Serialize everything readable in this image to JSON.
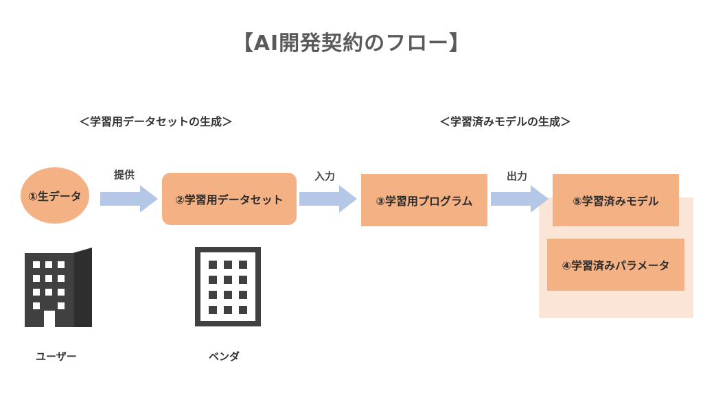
{
  "title": "【AI開発契約のフロー】",
  "sections": {
    "dataset": "＜学習用データセットの生成＞",
    "model": "＜学習済みモデルの生成＞"
  },
  "nodes": {
    "raw_data": "①生データ",
    "dataset": "②学習用データセット",
    "program": "③学習用プログラム",
    "parameters": "④学習済みパラメータ",
    "model": "⑤学習済みモデル"
  },
  "edges": {
    "provide": "提供",
    "input": "入力",
    "output": "出力"
  },
  "actors": {
    "user": "ユーザー",
    "vendor": "ベンダ"
  },
  "colors": {
    "node_fill": "#f4b183",
    "group_fill": "#fbe5d6",
    "arrow": "#b4c7e7",
    "building": "#404040"
  },
  "icons": {
    "user": "office-building-icon",
    "vendor": "office-building-outline-icon"
  }
}
